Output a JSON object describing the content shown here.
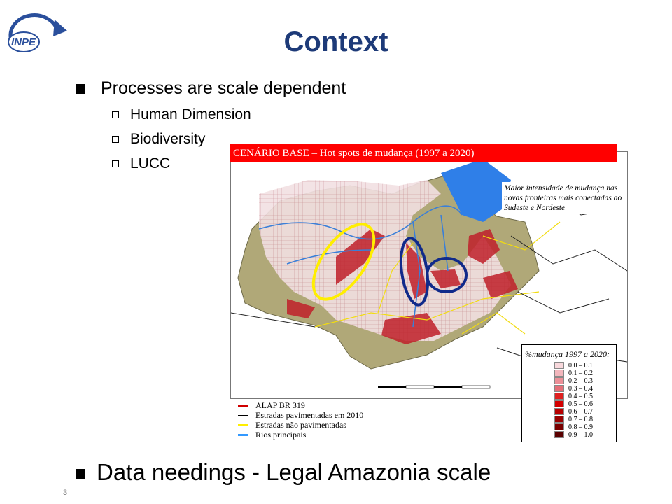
{
  "logo": {
    "text": "INPE"
  },
  "title": "Context",
  "bullets": [
    {
      "text": "Processes are scale dependent",
      "sub": [
        "Human Dimension",
        "Biodiversity",
        "LUCC"
      ]
    }
  ],
  "bottom_bullet": "Data needings - Legal Amazonia scale",
  "map": {
    "header": "CENÁRIO BASE – Hot spots de mudança (1997 a 2020)",
    "note": "Maior intensidade de mudança nas novas fronteiras mais conectadas ao Sudeste e Nordeste",
    "road_legend": [
      {
        "label": "ALAP BR 319",
        "color": "#d00000"
      },
      {
        "label": "Estradas pavimentadas em 2010",
        "color": "#000000"
      },
      {
        "label": "Estradas não pavimentadas",
        "color": "#ffee00"
      },
      {
        "label": "Rios principais",
        "color": "#3399ff"
      }
    ],
    "change_legend": {
      "title": "%mudança 1997 a 2020:",
      "classes": [
        {
          "label": "0.0 – 0.1",
          "color": "#f8d8dc"
        },
        {
          "label": "0.1 – 0.2",
          "color": "#f2b6bc"
        },
        {
          "label": "0.2 – 0.3",
          "color": "#ec9098"
        },
        {
          "label": "0.3 – 0.4",
          "color": "#e56f78"
        },
        {
          "label": "0.4 – 0.5",
          "color": "#e02020"
        },
        {
          "label": "0.5 – 0.6",
          "color": "#d40000"
        },
        {
          "label": "0.6 – 0.7",
          "color": "#b80000"
        },
        {
          "label": "0.7 – 0.8",
          "color": "#9a0000"
        },
        {
          "label": "0.8 – 0.9",
          "color": "#7a0000"
        },
        {
          "label": "0.9 – 1.0",
          "color": "#5a0000"
        }
      ]
    }
  },
  "page_number": "3"
}
